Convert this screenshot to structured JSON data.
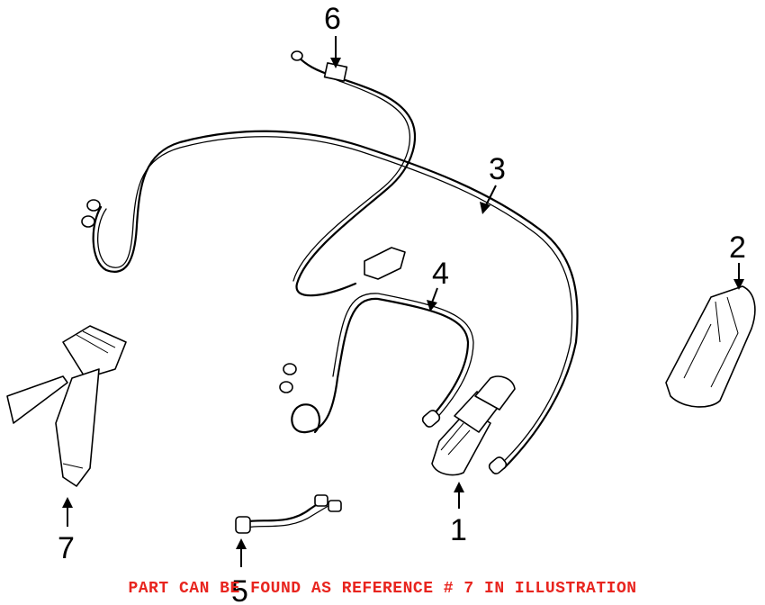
{
  "callouts": {
    "c1": "1",
    "c2": "2",
    "c3": "3",
    "c4": "4",
    "c5": "5",
    "c6": "6",
    "c7": "7"
  },
  "notice": "PART CAN BE FOUND AS REFERENCE # 7 IN ILLUSTRATION",
  "colors": {
    "line": "#000000",
    "notice": "#e8251f",
    "background": "#ffffff"
  }
}
